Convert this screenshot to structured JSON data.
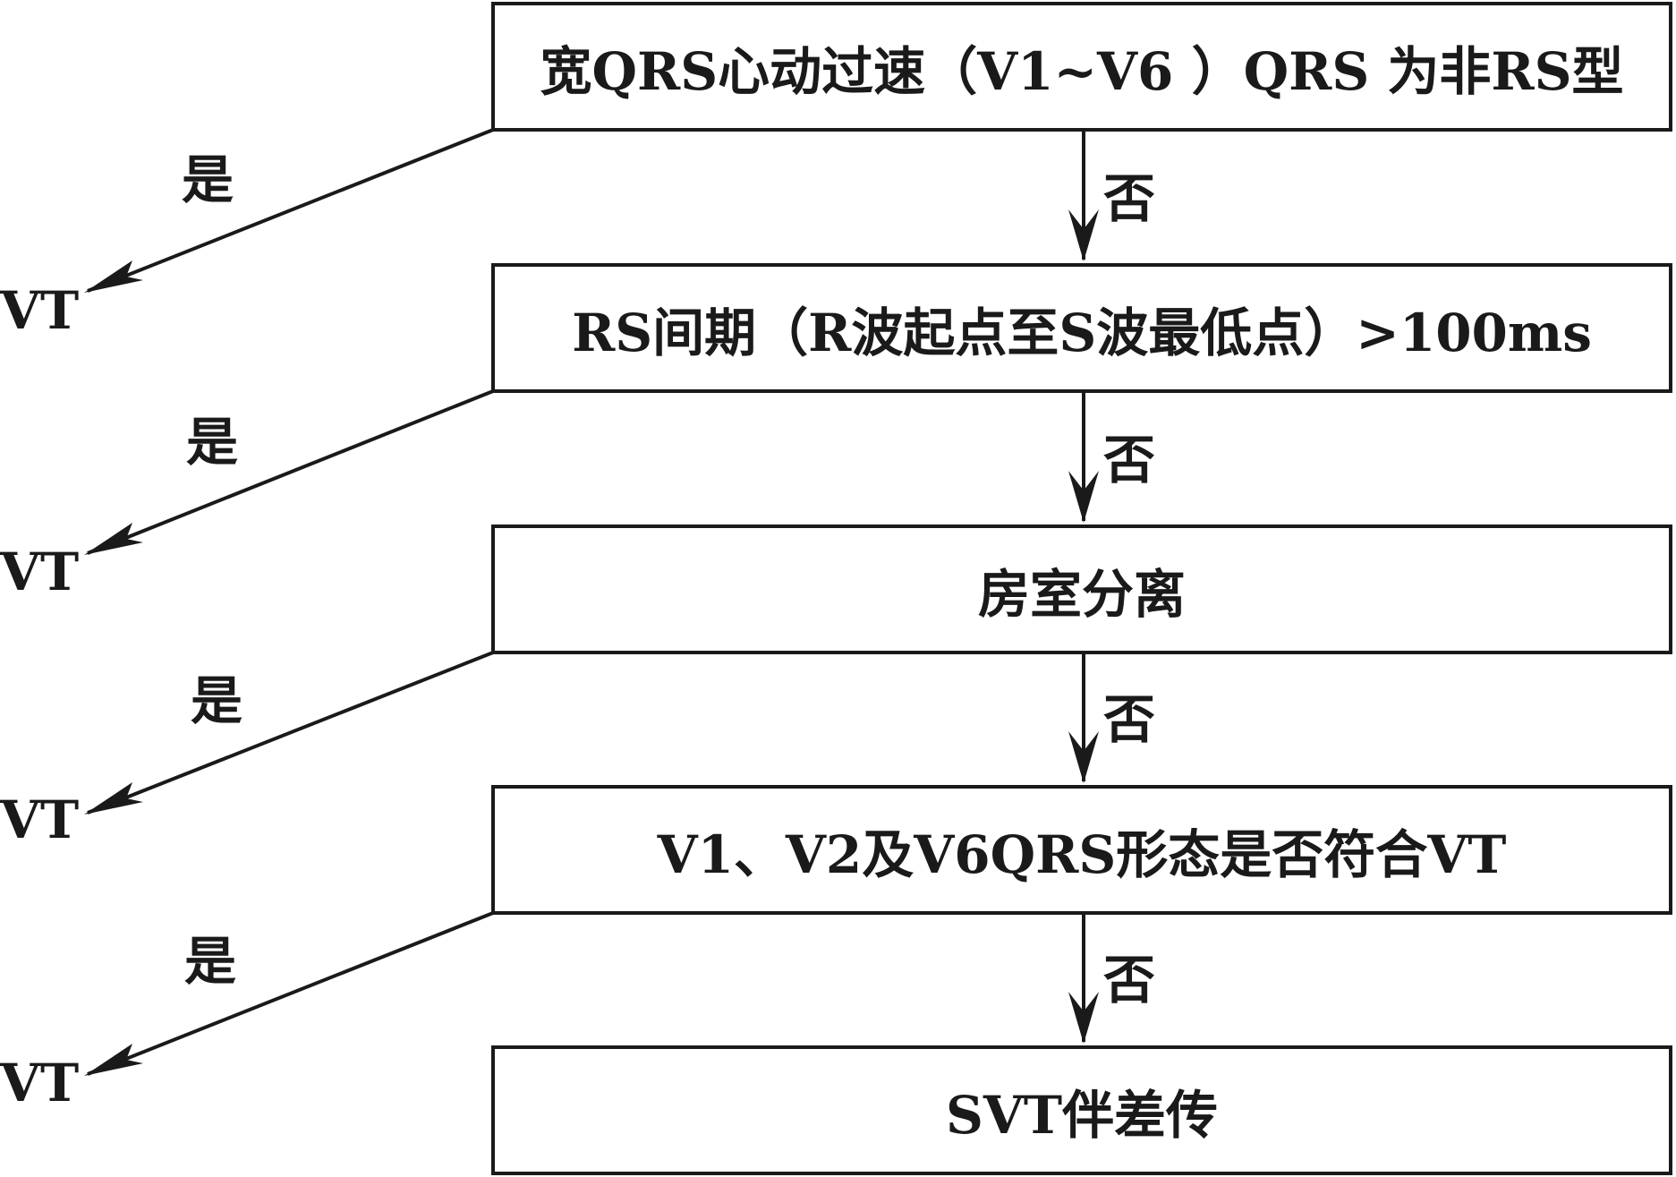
{
  "steps": [
    {
      "text": "宽QRS心动过速（V1~V6 ）QRS 为非RS型"
    },
    {
      "text": "RS间期（R波起点至S波最低点）>100ms"
    },
    {
      "text": "房室分离"
    },
    {
      "text": "V1、V2及V6QRS形态是否符合VT"
    },
    {
      "text": "SVT伴差传"
    }
  ],
  "labels": {
    "yes": "是",
    "no": "否"
  },
  "outcomes": {
    "vt": "VT"
  },
  "colors": {
    "line": "#1a1a1a"
  }
}
